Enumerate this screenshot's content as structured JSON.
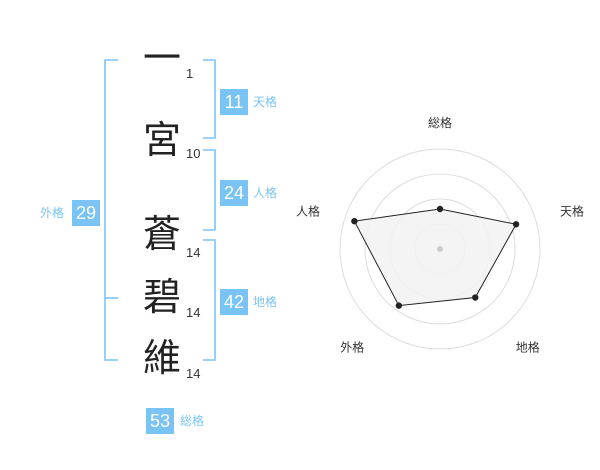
{
  "name_chars": [
    {
      "char": "一",
      "strokes": "1"
    },
    {
      "char": "宮",
      "strokes": "10"
    },
    {
      "char": "蒼",
      "strokes": "14"
    },
    {
      "char": "碧",
      "strokes": "14"
    },
    {
      "char": "維",
      "strokes": "14"
    }
  ],
  "fortunes": {
    "tenkaku": {
      "value": "11",
      "label": "天格"
    },
    "jinkaku": {
      "value": "24",
      "label": "人格"
    },
    "chikaku": {
      "value": "42",
      "label": "地格"
    },
    "gaikaku": {
      "value": "29",
      "label": "外格"
    },
    "soukaku": {
      "value": "53",
      "label": "総格"
    }
  },
  "colors": {
    "accent": "#79c4f5",
    "grid": "#dddddd",
    "fill": "#f2f2f2",
    "line": "#222222"
  },
  "chart_data": {
    "type": "radar",
    "axes": [
      "総格",
      "天格",
      "地格",
      "外格",
      "人格"
    ],
    "values": [
      0.4,
      0.8,
      0.6,
      0.7,
      0.9
    ],
    "max": 1,
    "grid_rings": 4
  }
}
